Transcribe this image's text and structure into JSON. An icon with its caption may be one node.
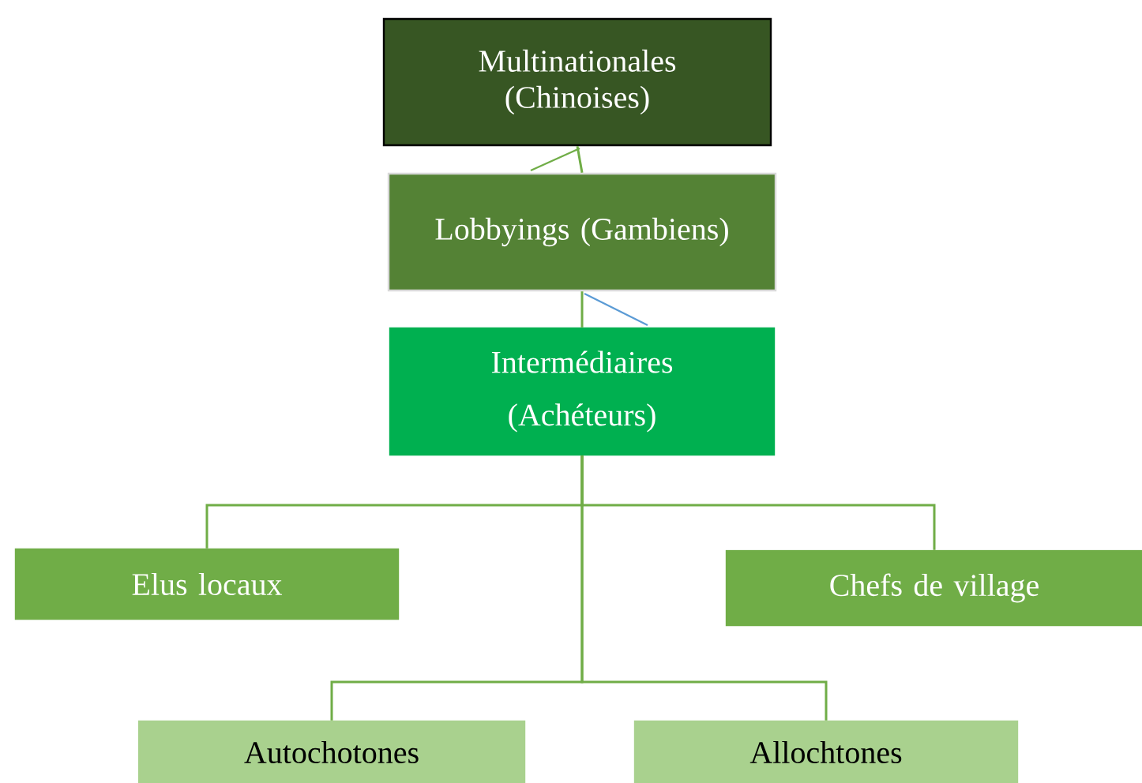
{
  "diagram": {
    "nodes": [
      {
        "text": [
          "Multinationales (Chinoises)"
        ]
      },
      {
        "text": [
          "Lobbyings (Gambiens)"
        ]
      },
      {
        "text": [
          "Intermédiaires (Achéteurs)"
        ]
      },
      {
        "text": [
          "Elus locaux"
        ]
      },
      {
        "text": [
          "Chefs de village"
        ]
      },
      {
        "text": [
          "Autochotones"
        ]
      },
      {
        "text": [
          "Allochtones"
        ]
      }
    ],
    "edges": [
      {
        "from": 0,
        "to": 1,
        "arrow": "none"
      },
      {
        "from": 1,
        "to": 2,
        "arrow": "none"
      },
      {
        "from": 2,
        "to": 3,
        "arrow": "none"
      },
      {
        "from": 2,
        "to": 4,
        "arrow": "none"
      },
      {
        "from": 2,
        "to": 5,
        "arrow": "none"
      },
      {
        "from": 2,
        "to": 6,
        "arrow": "none"
      }
    ]
  }
}
